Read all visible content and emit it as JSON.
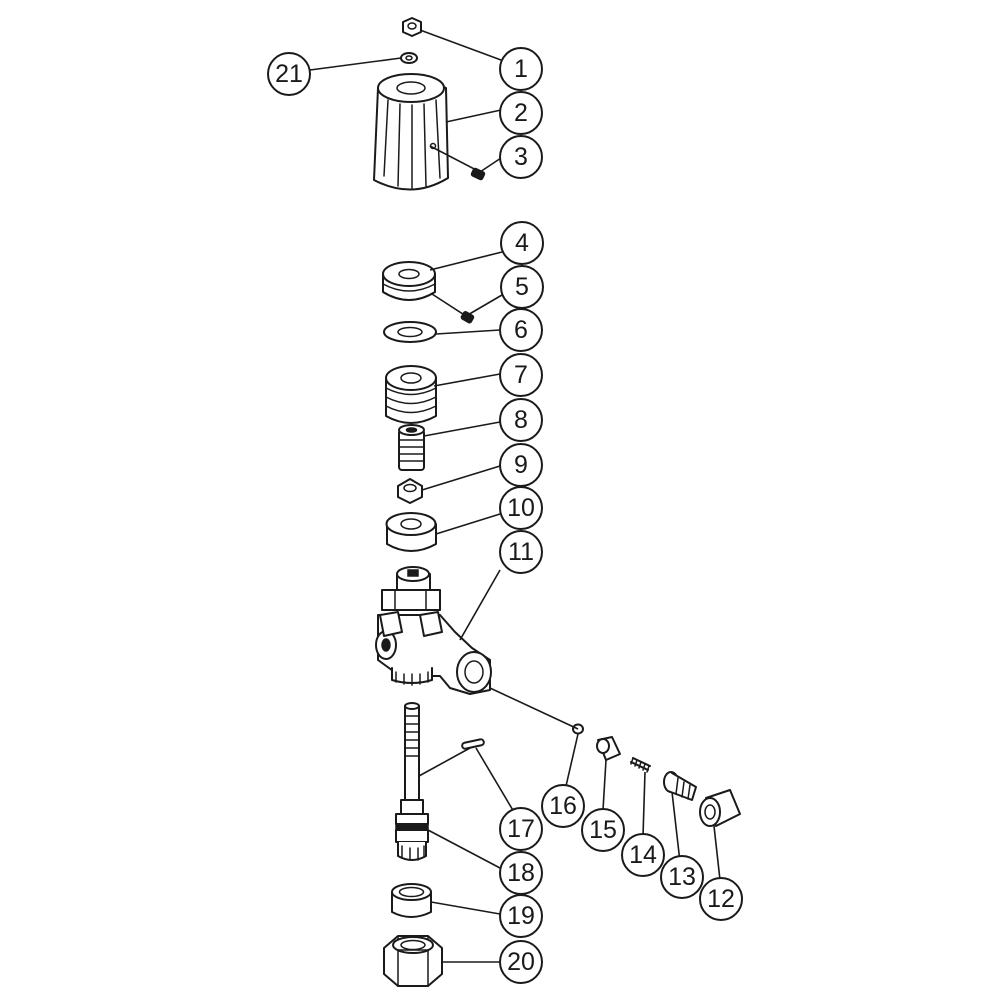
{
  "diagram": {
    "type": "exploded-parts-view",
    "callouts": [
      {
        "id": "1",
        "label": "1"
      },
      {
        "id": "2",
        "label": "2"
      },
      {
        "id": "3",
        "label": "3"
      },
      {
        "id": "4",
        "label": "4"
      },
      {
        "id": "5",
        "label": "5"
      },
      {
        "id": "6",
        "label": "6"
      },
      {
        "id": "7",
        "label": "7"
      },
      {
        "id": "8",
        "label": "8"
      },
      {
        "id": "9",
        "label": "9"
      },
      {
        "id": "10",
        "label": "10"
      },
      {
        "id": "11",
        "label": "11"
      },
      {
        "id": "12",
        "label": "12"
      },
      {
        "id": "13",
        "label": "13"
      },
      {
        "id": "14",
        "label": "14"
      },
      {
        "id": "15",
        "label": "15"
      },
      {
        "id": "16",
        "label": "16"
      },
      {
        "id": "17",
        "label": "17"
      },
      {
        "id": "18",
        "label": "18"
      },
      {
        "id": "19",
        "label": "19"
      },
      {
        "id": "20",
        "label": "20"
      },
      {
        "id": "21",
        "label": "21"
      }
    ],
    "colors": {
      "line": "#1a1a1a",
      "fill": "#ffffff"
    }
  }
}
